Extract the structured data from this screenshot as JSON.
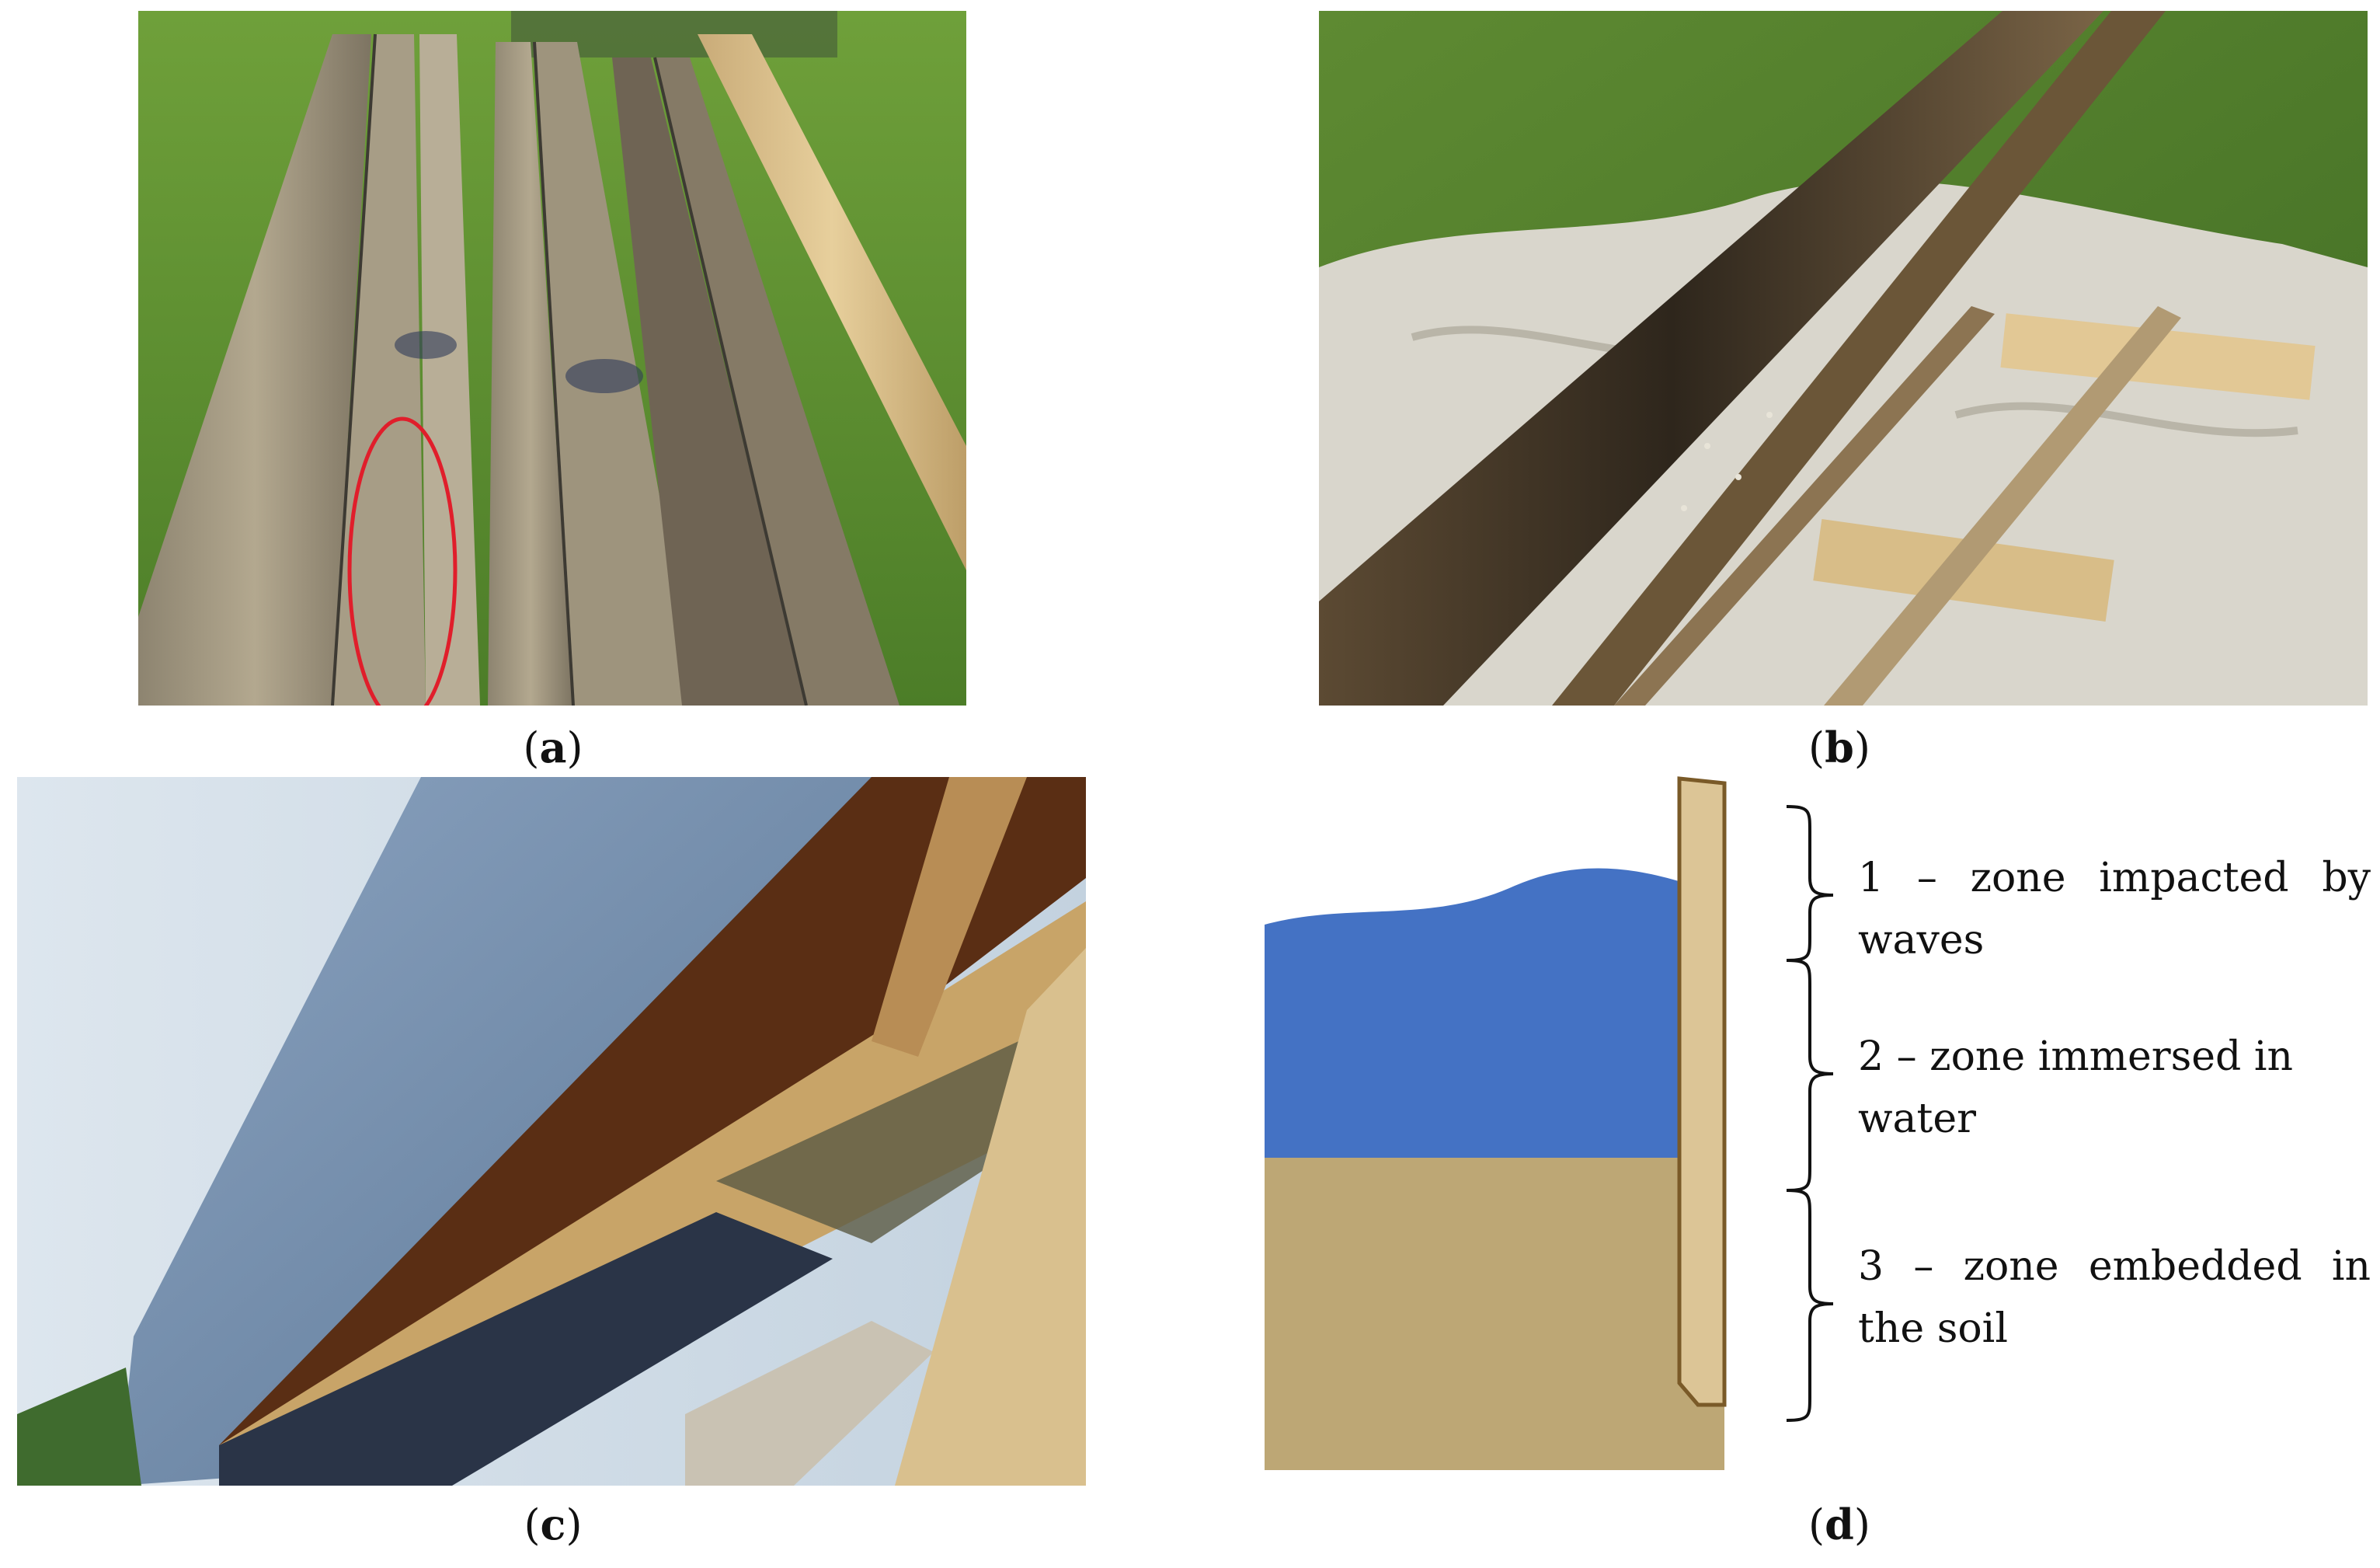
{
  "panels": [
    {
      "id": "a",
      "caption_letter": "a"
    },
    {
      "id": "b",
      "caption_letter": "b"
    },
    {
      "id": "c",
      "caption_letter": "c"
    },
    {
      "id": "d",
      "caption_letter": "d"
    }
  ],
  "diagram": {
    "zones": [
      {
        "number": "1",
        "text": "1 – zone impacted by waves"
      },
      {
        "number": "2",
        "text": "2 – zone immersed in water"
      },
      {
        "number": "3",
        "text": "3 – zone embedded in the soil"
      }
    ],
    "colors": {
      "water": "#4472c4",
      "soil": "#bda775",
      "sheet_pile": "#dcc596",
      "sheet_pile_edge": "#7a5a28"
    }
  }
}
